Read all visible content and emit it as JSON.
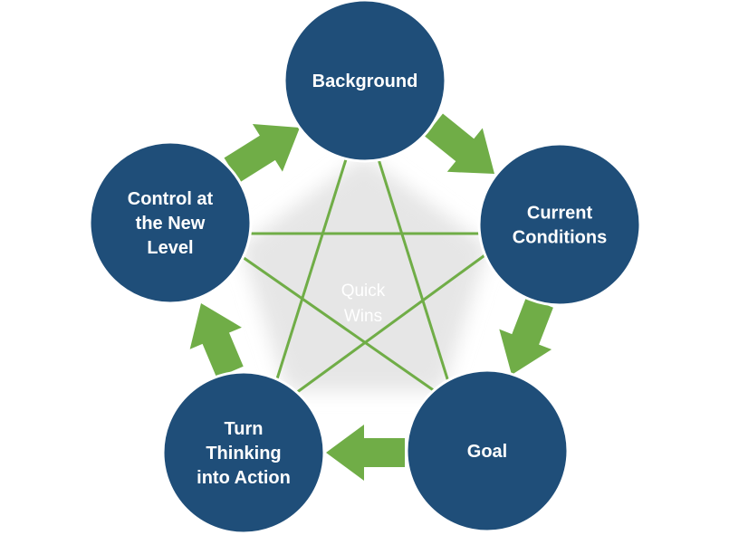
{
  "center": {
    "lines": [
      "Quick",
      "Wins"
    ]
  },
  "nodes": [
    {
      "id": "background",
      "lines": [
        "Background"
      ]
    },
    {
      "id": "current-conditions",
      "lines": [
        "Current",
        "Conditions"
      ]
    },
    {
      "id": "goal",
      "lines": [
        "Goal"
      ]
    },
    {
      "id": "turn-thinking-into-action",
      "lines": [
        "Turn",
        "Thinking",
        "into Action"
      ]
    },
    {
      "id": "control-at-the-new-level",
      "lines": [
        "Control at",
        "the New",
        "Level"
      ]
    }
  ],
  "colors": {
    "node": "#1f4e79",
    "node_stroke": "#ffffff",
    "arrow": "#70ad47",
    "star_line": "#70ad47",
    "pentagon": "#e6e6e6"
  },
  "icons": {
    "flow-arrow": "block-arrow"
  }
}
